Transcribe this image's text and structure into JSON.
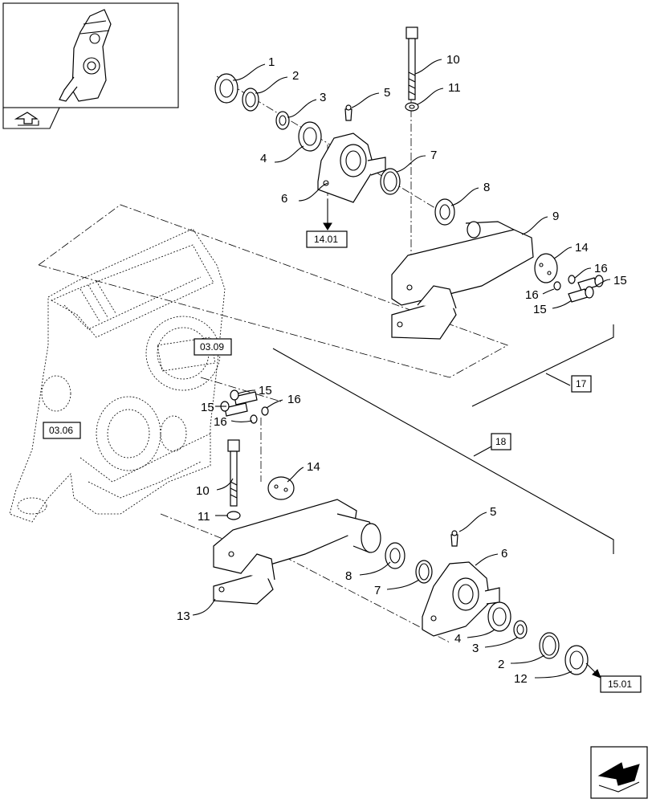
{
  "callouts": {
    "top": [
      "1",
      "2",
      "3",
      "4",
      "5",
      "6",
      "7",
      "8",
      "9",
      "10",
      "11",
      "14",
      "16",
      "15",
      "16",
      "15"
    ],
    "bottom": [
      "15",
      "16",
      "15",
      "16",
      "14",
      "10",
      "11",
      "5",
      "6",
      "8",
      "7",
      "4",
      "3",
      "2",
      "12",
      "13"
    ]
  },
  "refs": {
    "r1401": "14.01",
    "r0309": "03.09",
    "r0306": "03.06",
    "r17": "17",
    "r18": "18",
    "r1501": "15.01"
  },
  "icons": {
    "thumbnail": "gearbox-thumbnail-icon",
    "thumb_nav": "return-arrow-icon",
    "next_page": "next-page-arrow-icon"
  }
}
